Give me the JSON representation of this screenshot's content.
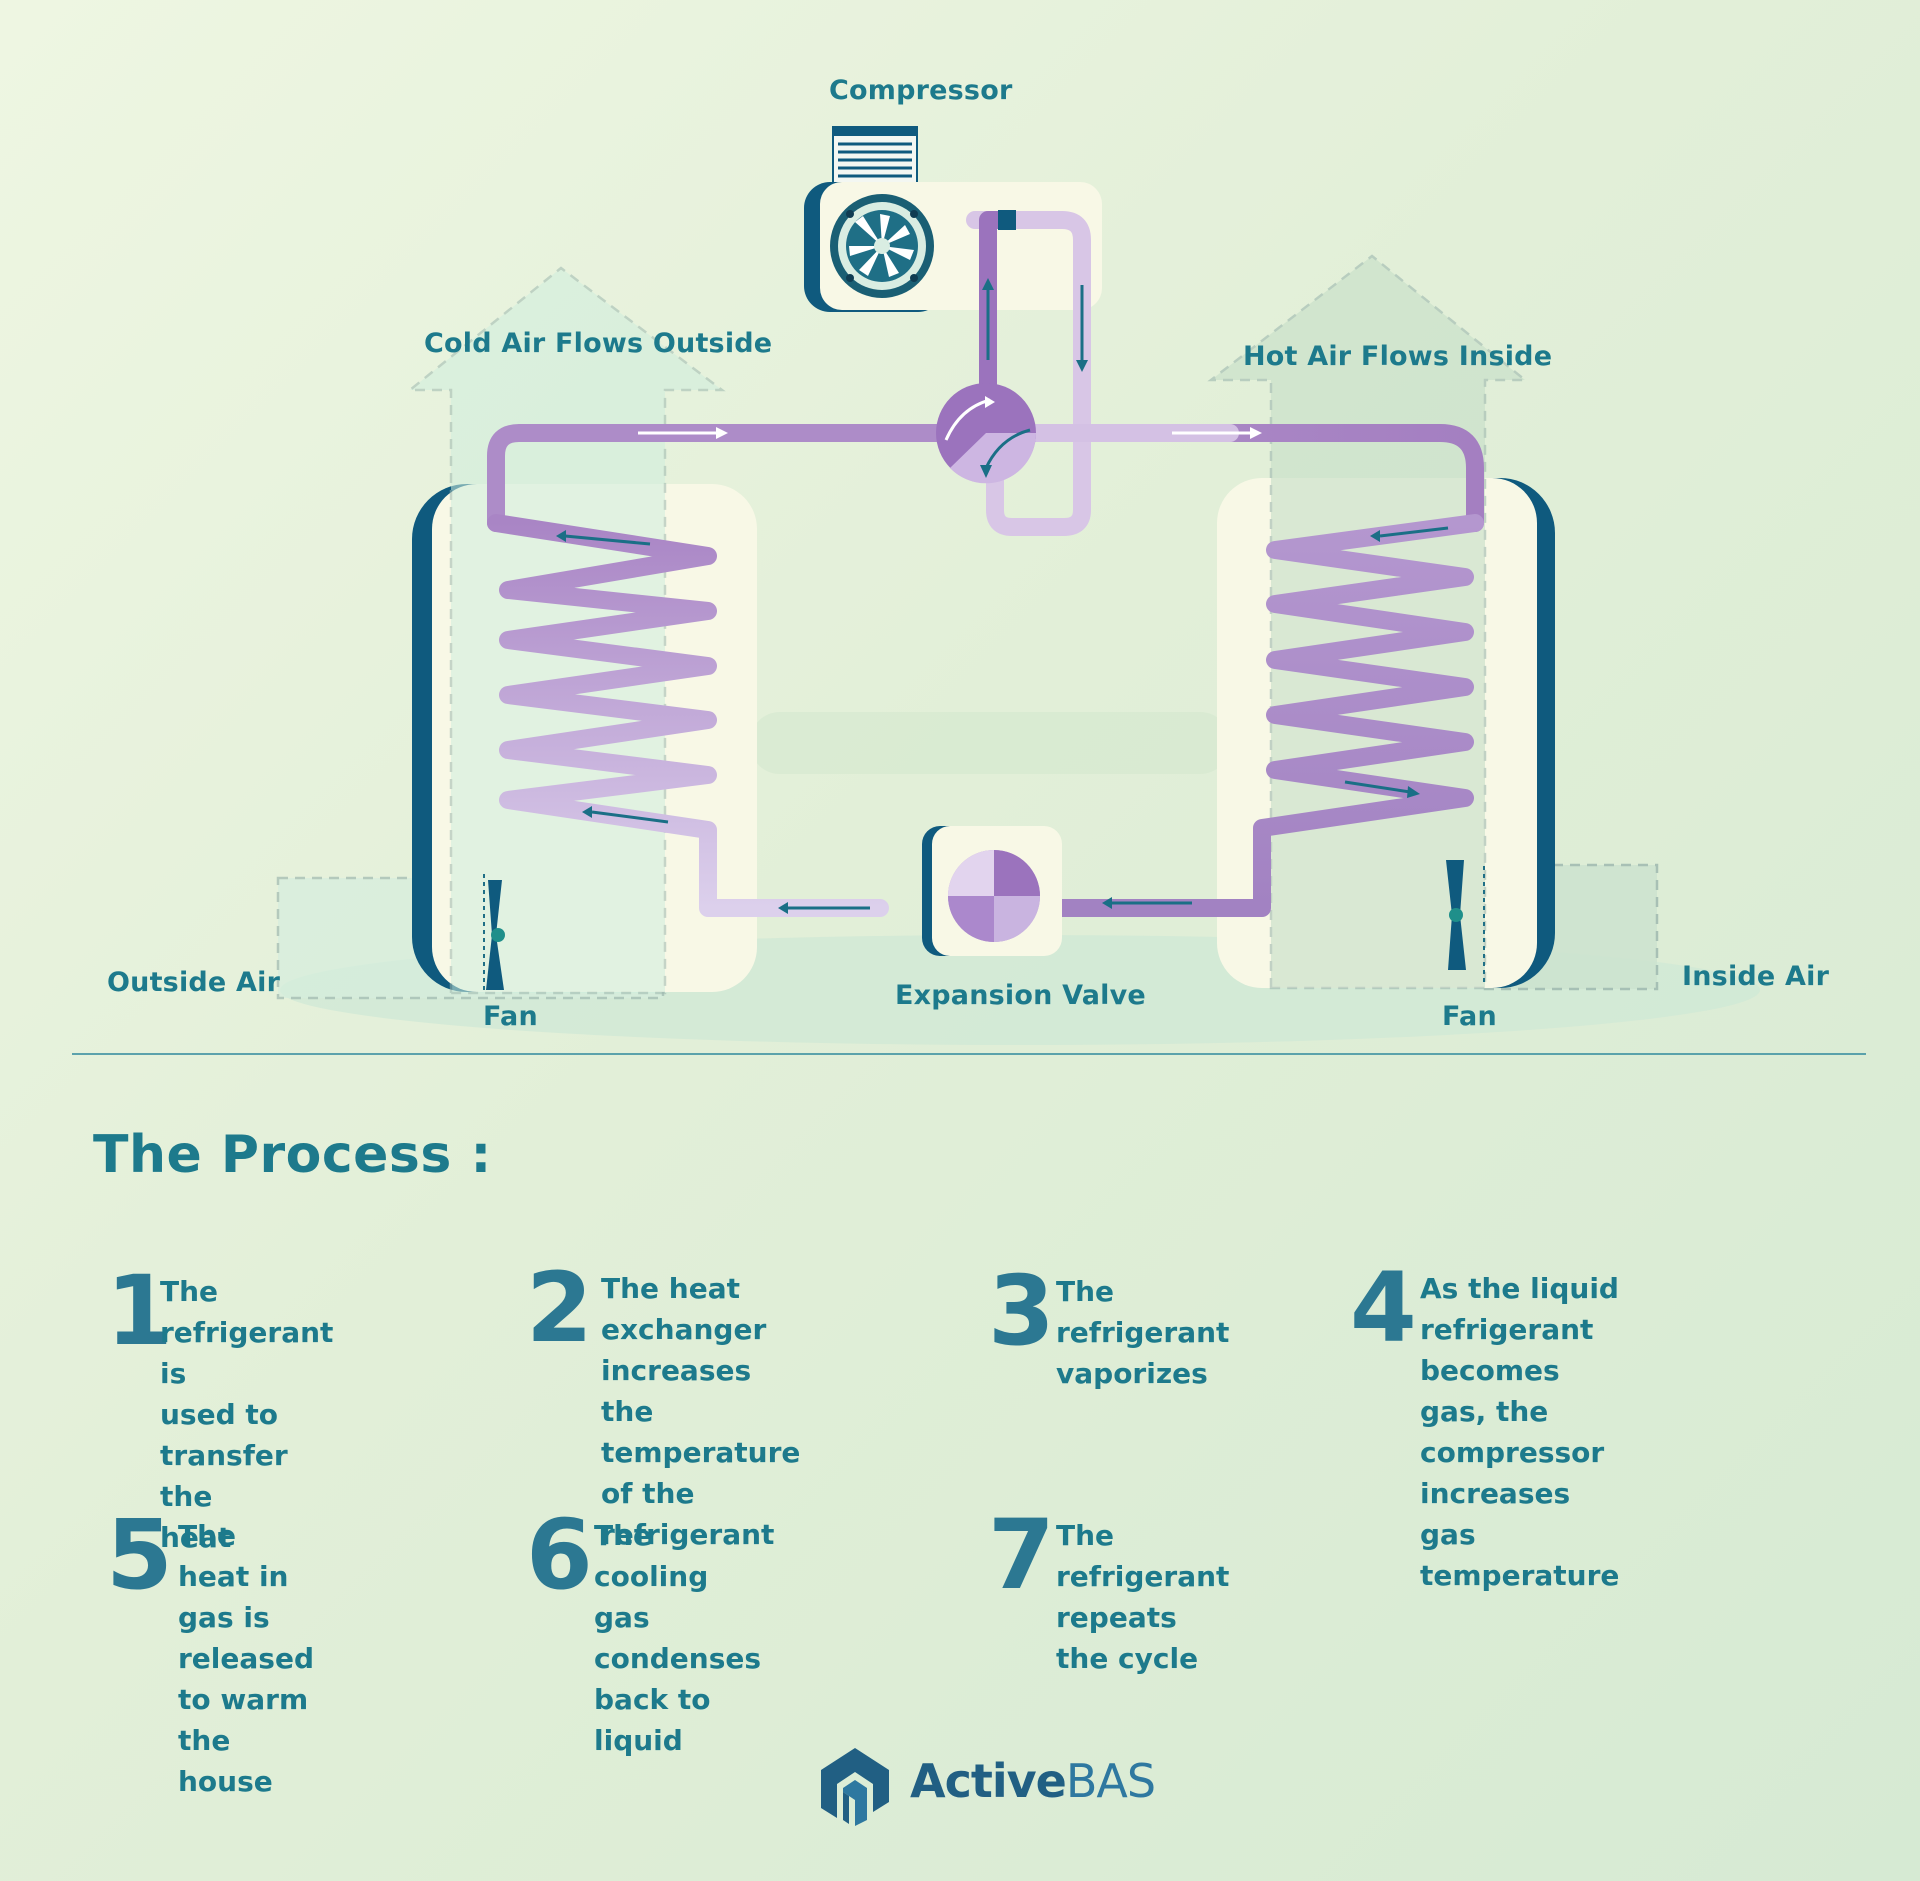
{
  "labels": {
    "compressor": "Compressor",
    "cold_air": "Cold Air Flows Outside",
    "hot_air": "Hot Air Flows Inside",
    "outside_air": "Outside Air",
    "inside_air": "Inside Air",
    "fan_left": "Fan",
    "fan_right": "Fan",
    "expansion_valve": "Expansion Valve"
  },
  "process": {
    "title": "The Process :",
    "steps": [
      {
        "num": "1",
        "text": "The refrigerant is\nused to transfer the\nheat"
      },
      {
        "num": "2",
        "text": "The heat exchanger\nincreases the\ntemperature of the\nrefrigerant"
      },
      {
        "num": "3",
        "text": "The refrigerant\nvaporizes"
      },
      {
        "num": "4",
        "text": "As the liquid refrigerant\nbecomes gas, the\ncompressor increases gas\ntemperature"
      },
      {
        "num": "5",
        "text": "The heat in gas is\nreleased to warm\nthe house"
      },
      {
        "num": "6",
        "text": "The cooling gas\ncondenses back to\nliquid"
      },
      {
        "num": "7",
        "text": "The refrigerant\nrepeats the cycle"
      }
    ]
  },
  "logo": {
    "bold": "Active",
    "light": "BAS"
  },
  "colors": {
    "pipe_dark": "#a685c4",
    "pipe_light": "#d8c6e6",
    "unit_border": "#0f5a7e",
    "unit_fill": "#f8f8e6",
    "text": "#1d7a8c"
  }
}
